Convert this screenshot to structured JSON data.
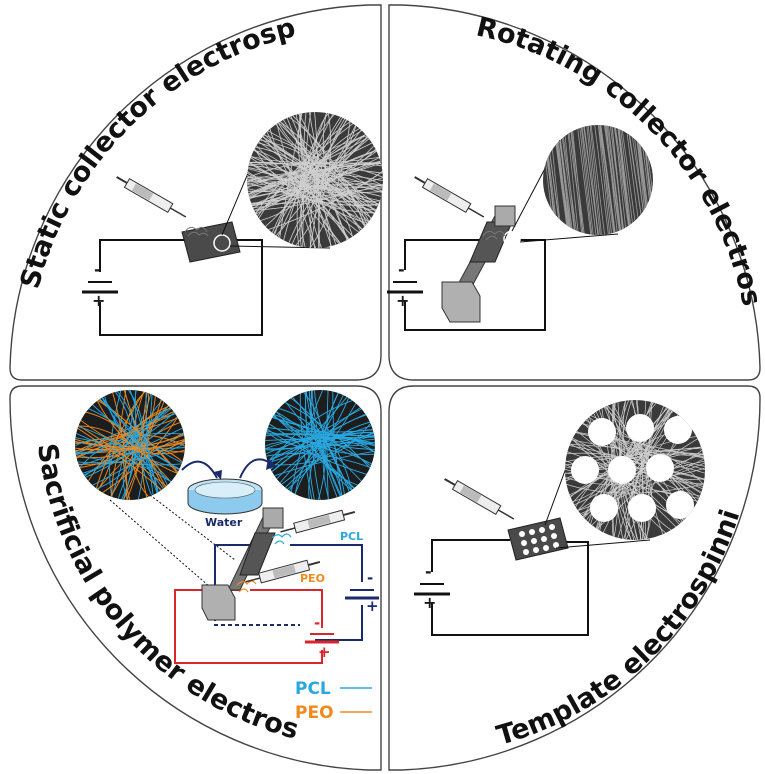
{
  "quadrants": {
    "top_left": {
      "title": "Static collector electrospinning"
    },
    "top_right": {
      "title": "Rotating collector electrospinning"
    },
    "bottom_left": {
      "title": "Sacrificial polymer electrospinning",
      "water_label": "Water",
      "syringe_label_1": "PCL",
      "syringe_label_2": "PEO",
      "legend": [
        {
          "label": "PCL",
          "color": "#29a8e0"
        },
        {
          "label": "PEO",
          "color": "#f08a1e"
        }
      ]
    },
    "bottom_right": {
      "title": "Template electrospinning"
    }
  },
  "polarity": {
    "negative": "-",
    "positive": "+"
  },
  "colors": {
    "pcl": "#29a8e0",
    "peo": "#f08a1e",
    "positive_circuit": "#d9262b",
    "negative_circuit": "#1b2a6b",
    "fiber_gray": "#cfcfcf",
    "background_dark": "#222222"
  }
}
